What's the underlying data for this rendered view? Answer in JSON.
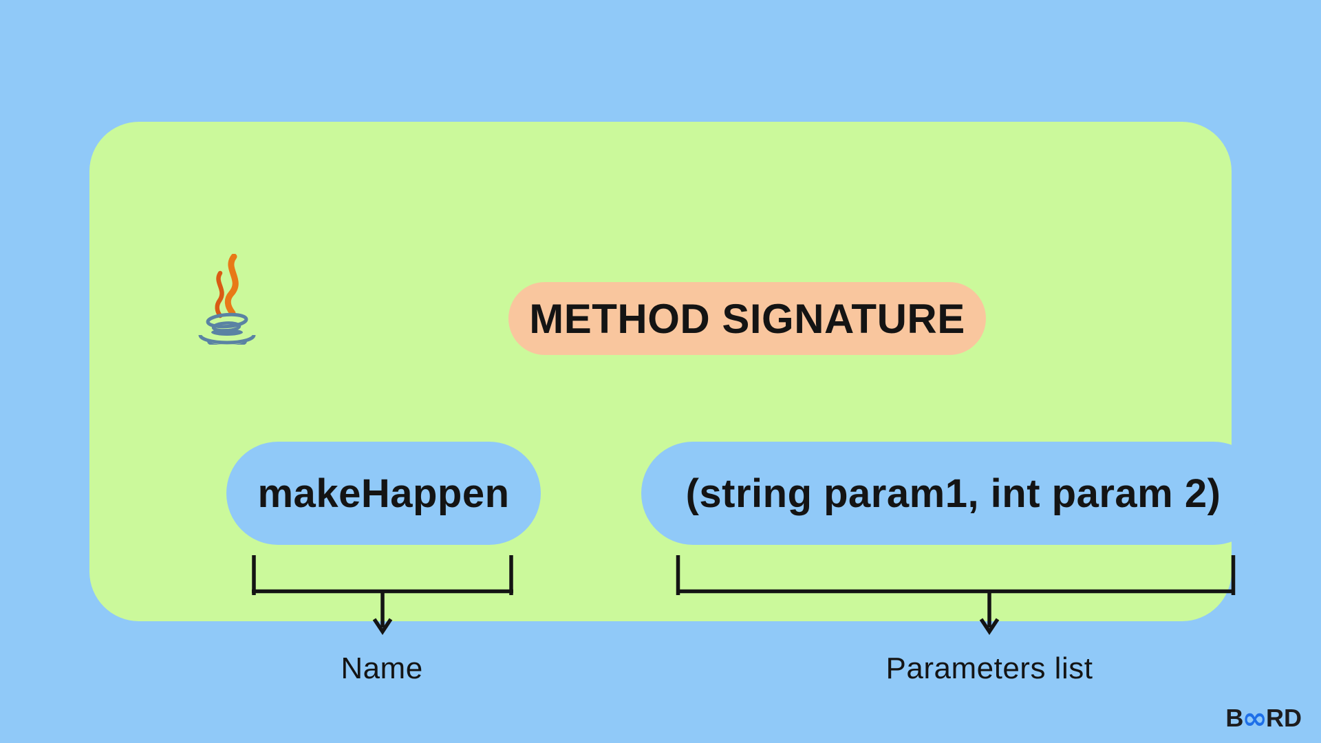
{
  "title": "METHOD SIGNATURE",
  "method": {
    "name": "makeHappen",
    "params": "(string param1, int param 2)"
  },
  "labels": {
    "name": "Name",
    "params": "Parameters list"
  },
  "branding": {
    "b": "B",
    "infinity": "∞",
    "rd": "RD"
  },
  "icons": {
    "java_logo": "java-logo-icon",
    "name_bracket": "name-bracket-arrow",
    "params_bracket": "params-bracket-arrow",
    "board_logo": "board-infinity-logo"
  },
  "colors": {
    "background_blue": "#90C9F8",
    "panel_green": "#CBF99B",
    "title_peach": "#F9C69E",
    "pill_blue": "#90C9F8",
    "text_black": "#141414",
    "java_orange": "#E87917",
    "java_orange_dark": "#D95B14",
    "java_blue": "#5A82A3",
    "board_blue": "#1E6FE8",
    "board_black": "#1D1D1F"
  }
}
